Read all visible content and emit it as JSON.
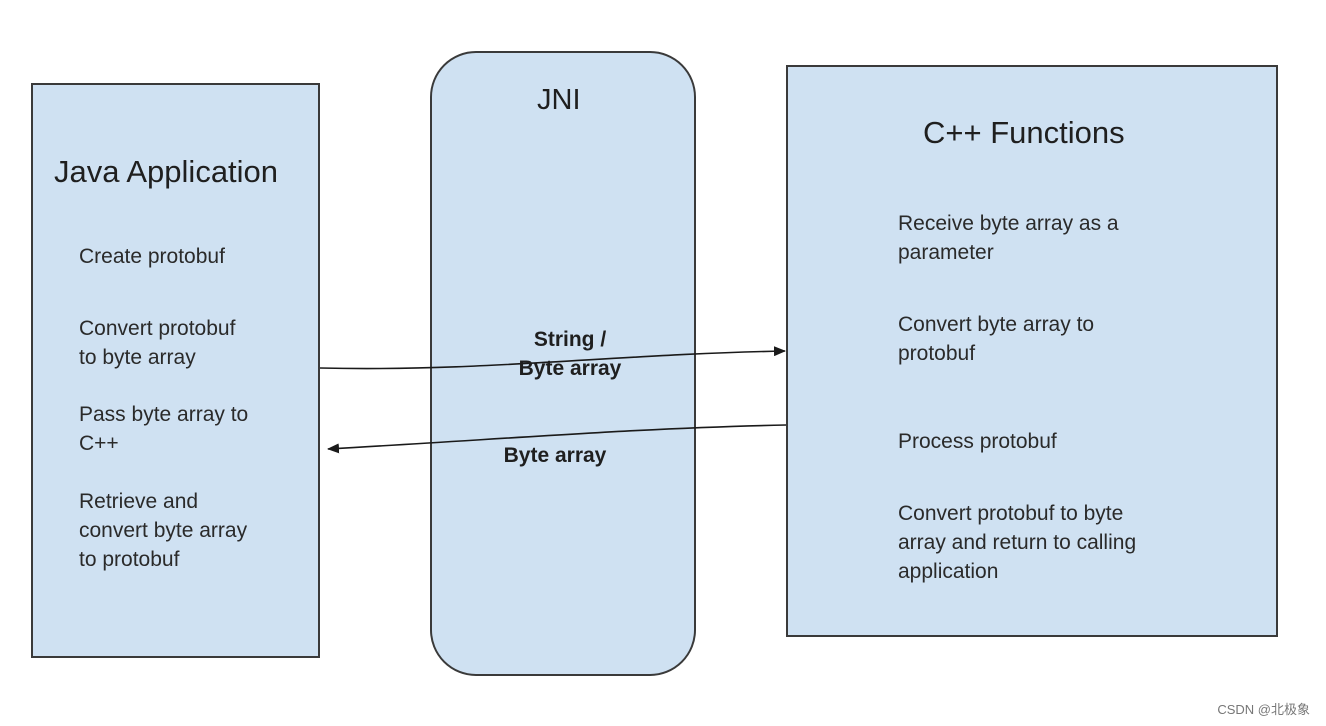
{
  "java_application": {
    "title": "Java Application",
    "steps": [
      [
        "Create protobuf"
      ],
      [
        "Convert protobuf",
        "to byte array"
      ],
      [
        "Pass byte array to",
        "C++"
      ],
      [
        "Retrieve and",
        "convert byte array",
        "to protobuf"
      ]
    ]
  },
  "jni": {
    "title": "JNI"
  },
  "cpp_functions": {
    "title": "C++ Functions",
    "steps": [
      [
        "Receive byte array as a",
        "parameter"
      ],
      [
        "Convert byte array to",
        "protobuf"
      ],
      [
        "Process protobuf"
      ],
      [
        "Convert protobuf to byte",
        "array and return to calling",
        "application"
      ]
    ]
  },
  "arrows": {
    "to_cpp": {
      "line1": "String /",
      "line2": "Byte array"
    },
    "to_java": {
      "label": "Byte array"
    }
  },
  "watermark": "CSDN @北极象",
  "colors": {
    "box_fill": "#cfe1f2",
    "box_border": "#3a3a3a",
    "arrow": "#1a1a1a"
  }
}
